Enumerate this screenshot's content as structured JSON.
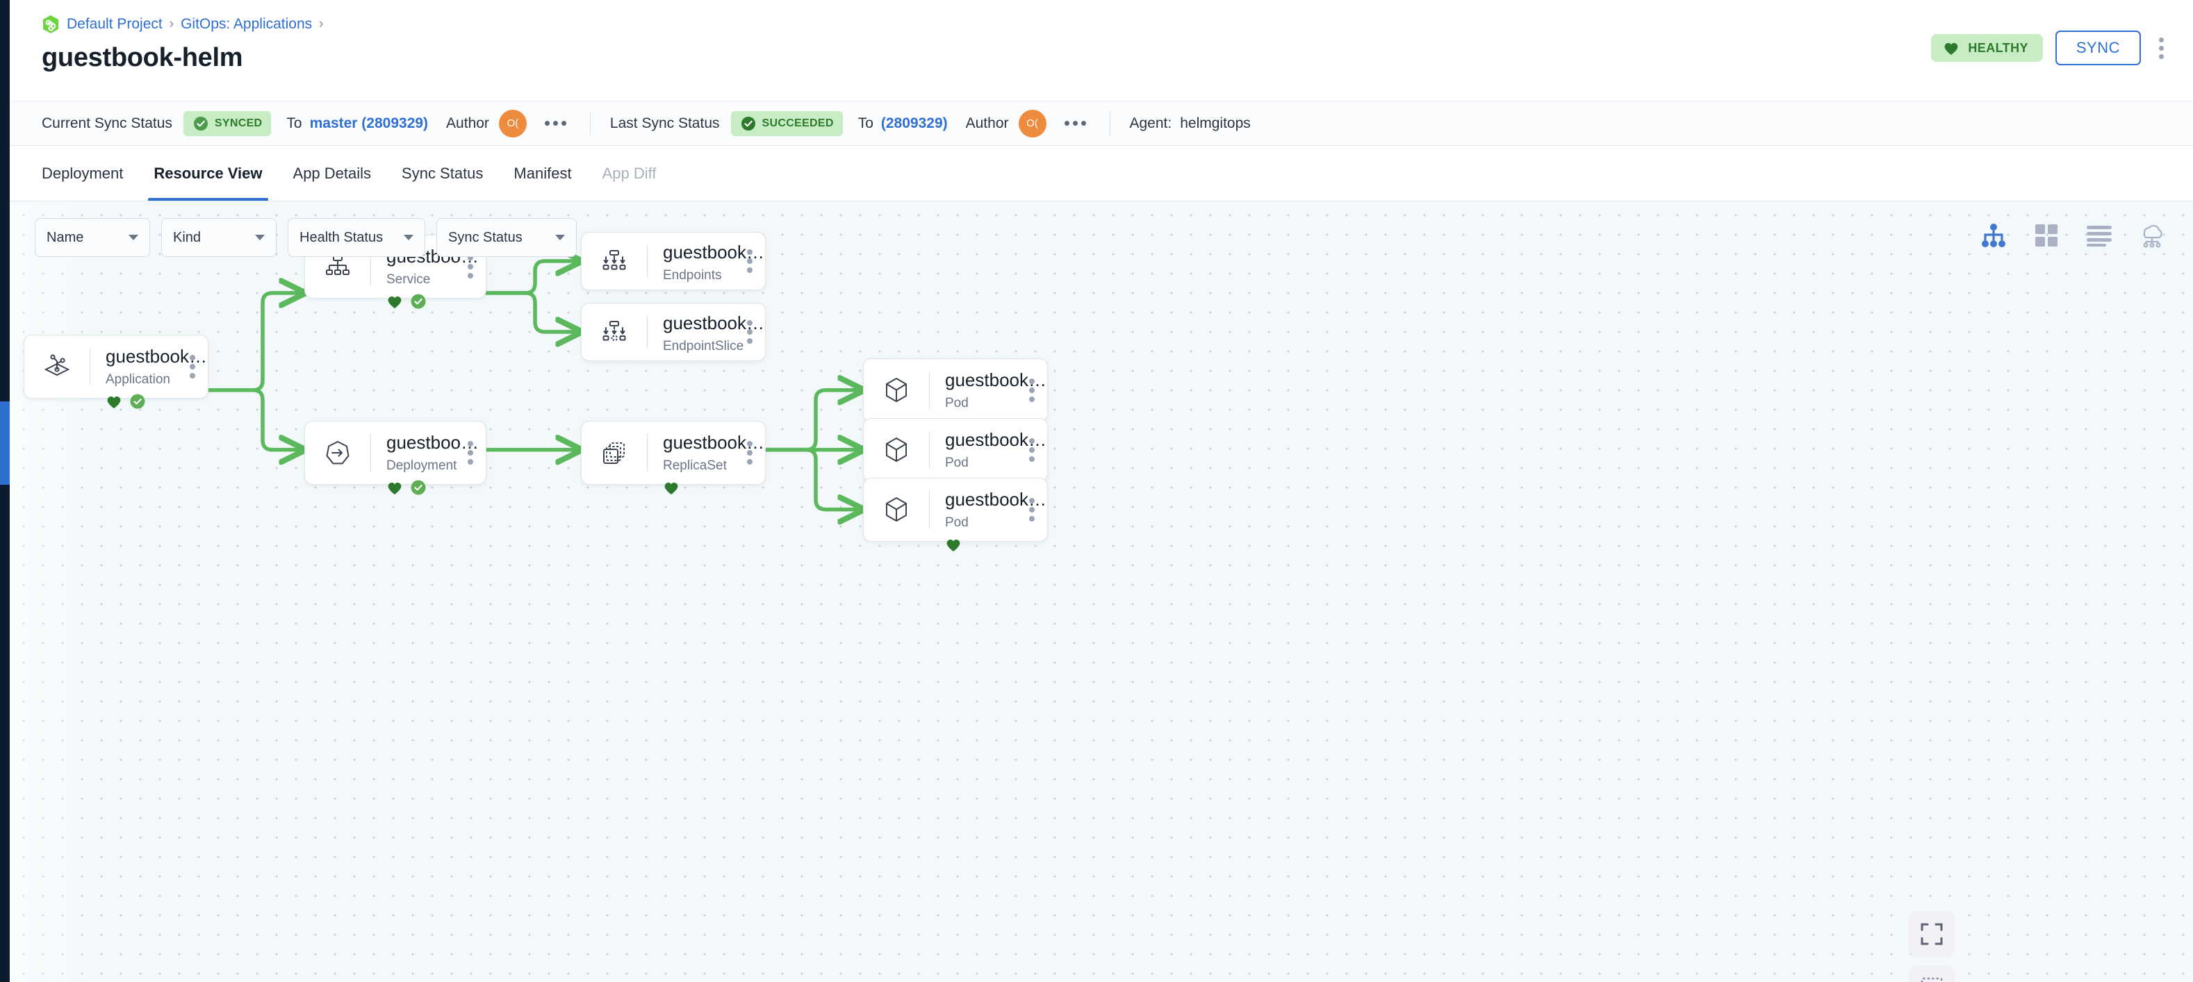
{
  "breadcrumb": {
    "project_icon": "codefresh-logo-icon",
    "items": [
      {
        "label": "Default Project",
        "sep": "›"
      },
      {
        "label": "GitOps: Applications",
        "sep": "›"
      }
    ]
  },
  "header": {
    "title": "guestbook-helm",
    "health_badge": {
      "label": "HEALTHY",
      "icon": "heart-icon",
      "bg": "#c8ecc4",
      "fg": "#2d7a2d"
    },
    "sync_button": "SYNC",
    "overflow_icon": "kebab-vertical-icon"
  },
  "status_bar": {
    "current": {
      "label": "Current Sync Status",
      "chip": "SYNCED",
      "to_label": "To",
      "revision": "master (2809329)",
      "author_label": "Author",
      "author_initials": "O(",
      "more_icon": "dots-horizontal-icon"
    },
    "last": {
      "label": "Last Sync Status",
      "chip": "SUCCEEDED",
      "to_label": "To",
      "revision": "(2809329)",
      "author_label": "Author",
      "author_initials": "O(",
      "more_icon": "dots-horizontal-icon"
    },
    "agent_label": "Agent:",
    "agent_value": "helmgitops"
  },
  "tabs": [
    {
      "label": "Deployment",
      "state": "normal"
    },
    {
      "label": "Resource View",
      "state": "active"
    },
    {
      "label": "App Details",
      "state": "normal"
    },
    {
      "label": "Sync Status",
      "state": "normal"
    },
    {
      "label": "Manifest",
      "state": "normal"
    },
    {
      "label": "App Diff",
      "state": "disabled"
    }
  ],
  "filters": [
    {
      "label": "Name"
    },
    {
      "label": "Kind"
    },
    {
      "label": "Health Status"
    },
    {
      "label": "Sync Status"
    }
  ],
  "view_tools": [
    {
      "name": "tree-view-icon",
      "active": true
    },
    {
      "name": "grid-view-icon",
      "active": false
    },
    {
      "name": "list-view-icon",
      "active": false
    },
    {
      "name": "network-topology-icon",
      "active": false
    }
  ],
  "canvas_tools": [
    {
      "name": "fullscreen-icon"
    },
    {
      "name": "select-box-icon"
    }
  ],
  "graph": {
    "accent_edge_color": "#5cb85c",
    "nodes": [
      {
        "id": "app",
        "title": "guestbook-helm",
        "kind": "Application",
        "icon": "application-icon",
        "health": "healthy",
        "sync": "synced"
      },
      {
        "id": "svc",
        "title": "guestbook-helm-helm-g...",
        "kind": "Service",
        "icon": "service-icon",
        "health": "healthy",
        "sync": "synced"
      },
      {
        "id": "ep",
        "title": "guestbook-helm-helm-g...",
        "kind": "Endpoints",
        "icon": "endpoints-icon",
        "health": "none",
        "sync": "none"
      },
      {
        "id": "eps",
        "title": "guestbook-helm-helm-g...",
        "kind": "EndpointSlice",
        "icon": "endpointslice-icon",
        "health": "none",
        "sync": "none"
      },
      {
        "id": "dep",
        "title": "guestbook-helm-helm-g...",
        "kind": "Deployment",
        "icon": "deployment-icon",
        "health": "healthy",
        "sync": "synced"
      },
      {
        "id": "rs",
        "title": "guestbook-helm-helm-g...",
        "kind": "ReplicaSet",
        "icon": "replicaset-icon",
        "health": "healthy",
        "sync": "none"
      },
      {
        "id": "pod1",
        "title": "guestbook-helm-helm-g...",
        "kind": "Pod",
        "icon": "pod-icon",
        "health": "healthy",
        "sync": "none"
      },
      {
        "id": "pod2",
        "title": "guestbook-helm-helm-g...",
        "kind": "Pod",
        "icon": "pod-icon",
        "health": "healthy",
        "sync": "none"
      },
      {
        "id": "pod3",
        "title": "guestbook-helm-helm-g...",
        "kind": "Pod",
        "icon": "pod-icon",
        "health": "healthy",
        "sync": "none"
      }
    ],
    "edges": [
      {
        "from": "app",
        "to": "svc"
      },
      {
        "from": "app",
        "to": "dep"
      },
      {
        "from": "svc",
        "to": "ep"
      },
      {
        "from": "svc",
        "to": "eps"
      },
      {
        "from": "dep",
        "to": "rs"
      },
      {
        "from": "rs",
        "to": "pod1"
      },
      {
        "from": "rs",
        "to": "pod2"
      },
      {
        "from": "rs",
        "to": "pod3"
      }
    ]
  }
}
